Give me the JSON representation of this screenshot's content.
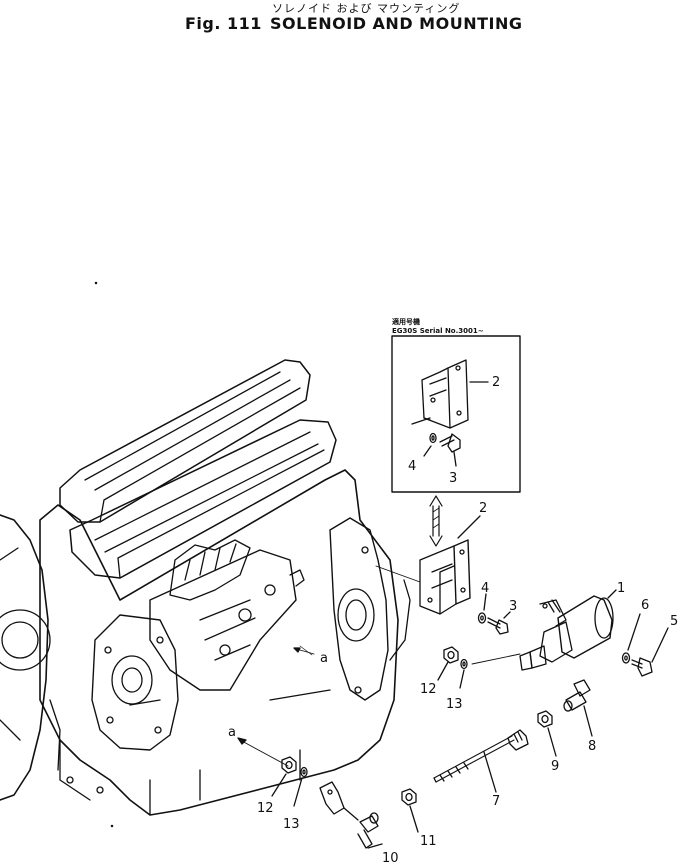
{
  "header": {
    "japanese_title": "ソレノイド および マウンティング",
    "figure_number": "Fig. 111",
    "title": "SOLENOID AND MOUNTING"
  },
  "inset": {
    "heading_jp": "適用号機",
    "serial_note": "EG30S Serial No.3001~"
  },
  "callouts": {
    "inset_2": "2",
    "inset_3": "3",
    "inset_4": "4",
    "p1": "1",
    "p2": "2",
    "p3": "3",
    "p4": "4",
    "p5": "5",
    "p6": "6",
    "p7": "7",
    "p8": "8",
    "p9": "9",
    "p10": "10",
    "p11": "11",
    "p12_upper": "12",
    "p12_lower": "12",
    "p13_upper": "13",
    "p13_lower": "13",
    "ref_a_upper": "a",
    "ref_a_lower": "a"
  }
}
